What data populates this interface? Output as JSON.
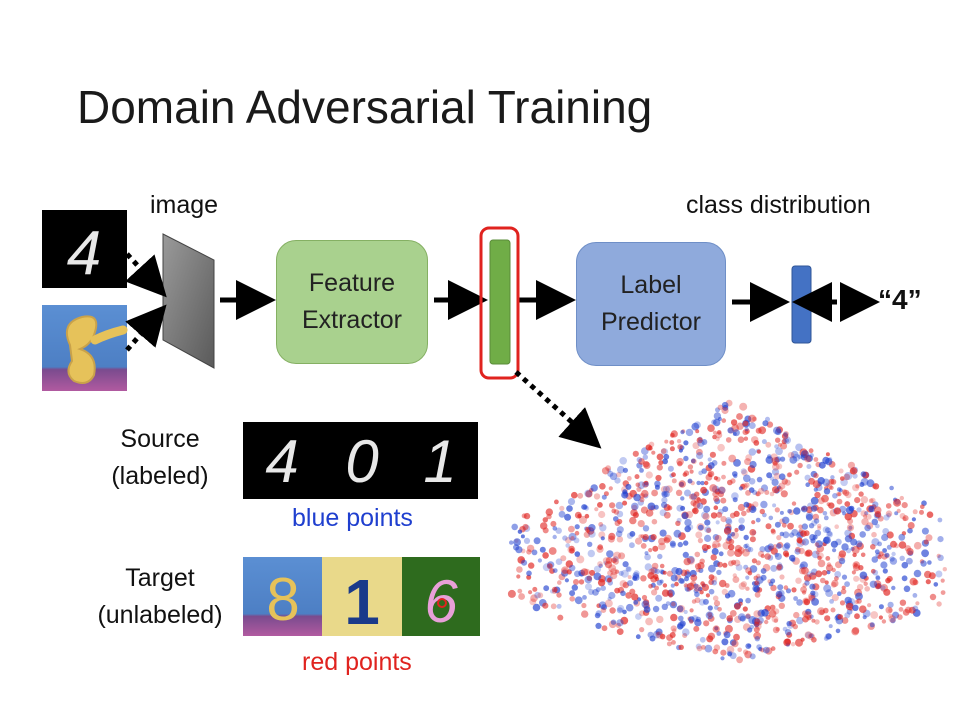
{
  "title": "Domain Adversarial Training",
  "labels": {
    "image": "image",
    "class_distribution": "class distribution",
    "feature_extractor_line1": "Feature",
    "feature_extractor_line2": "Extractor",
    "label_predictor_line1": "Label",
    "label_predictor_line2": "Predictor",
    "output": "“4”",
    "source_line1": "Source",
    "source_line2": "(labeled)",
    "target_line1": "Target",
    "target_line2": "(unlabeled)",
    "blue_points": "blue points",
    "red_points": "red points"
  },
  "source_digits": [
    "4",
    "0",
    "1"
  ],
  "target_digits": [
    "8",
    "1",
    "6"
  ],
  "input_digit": "4",
  "colors": {
    "feature_box": "#a9d18e",
    "label_box": "#8faadc",
    "feature_vector": "#70ad47",
    "class_vector": "#4472c4",
    "highlight": "#e0231f",
    "blue": "#1f3fcf",
    "red": "#e0231f"
  }
}
